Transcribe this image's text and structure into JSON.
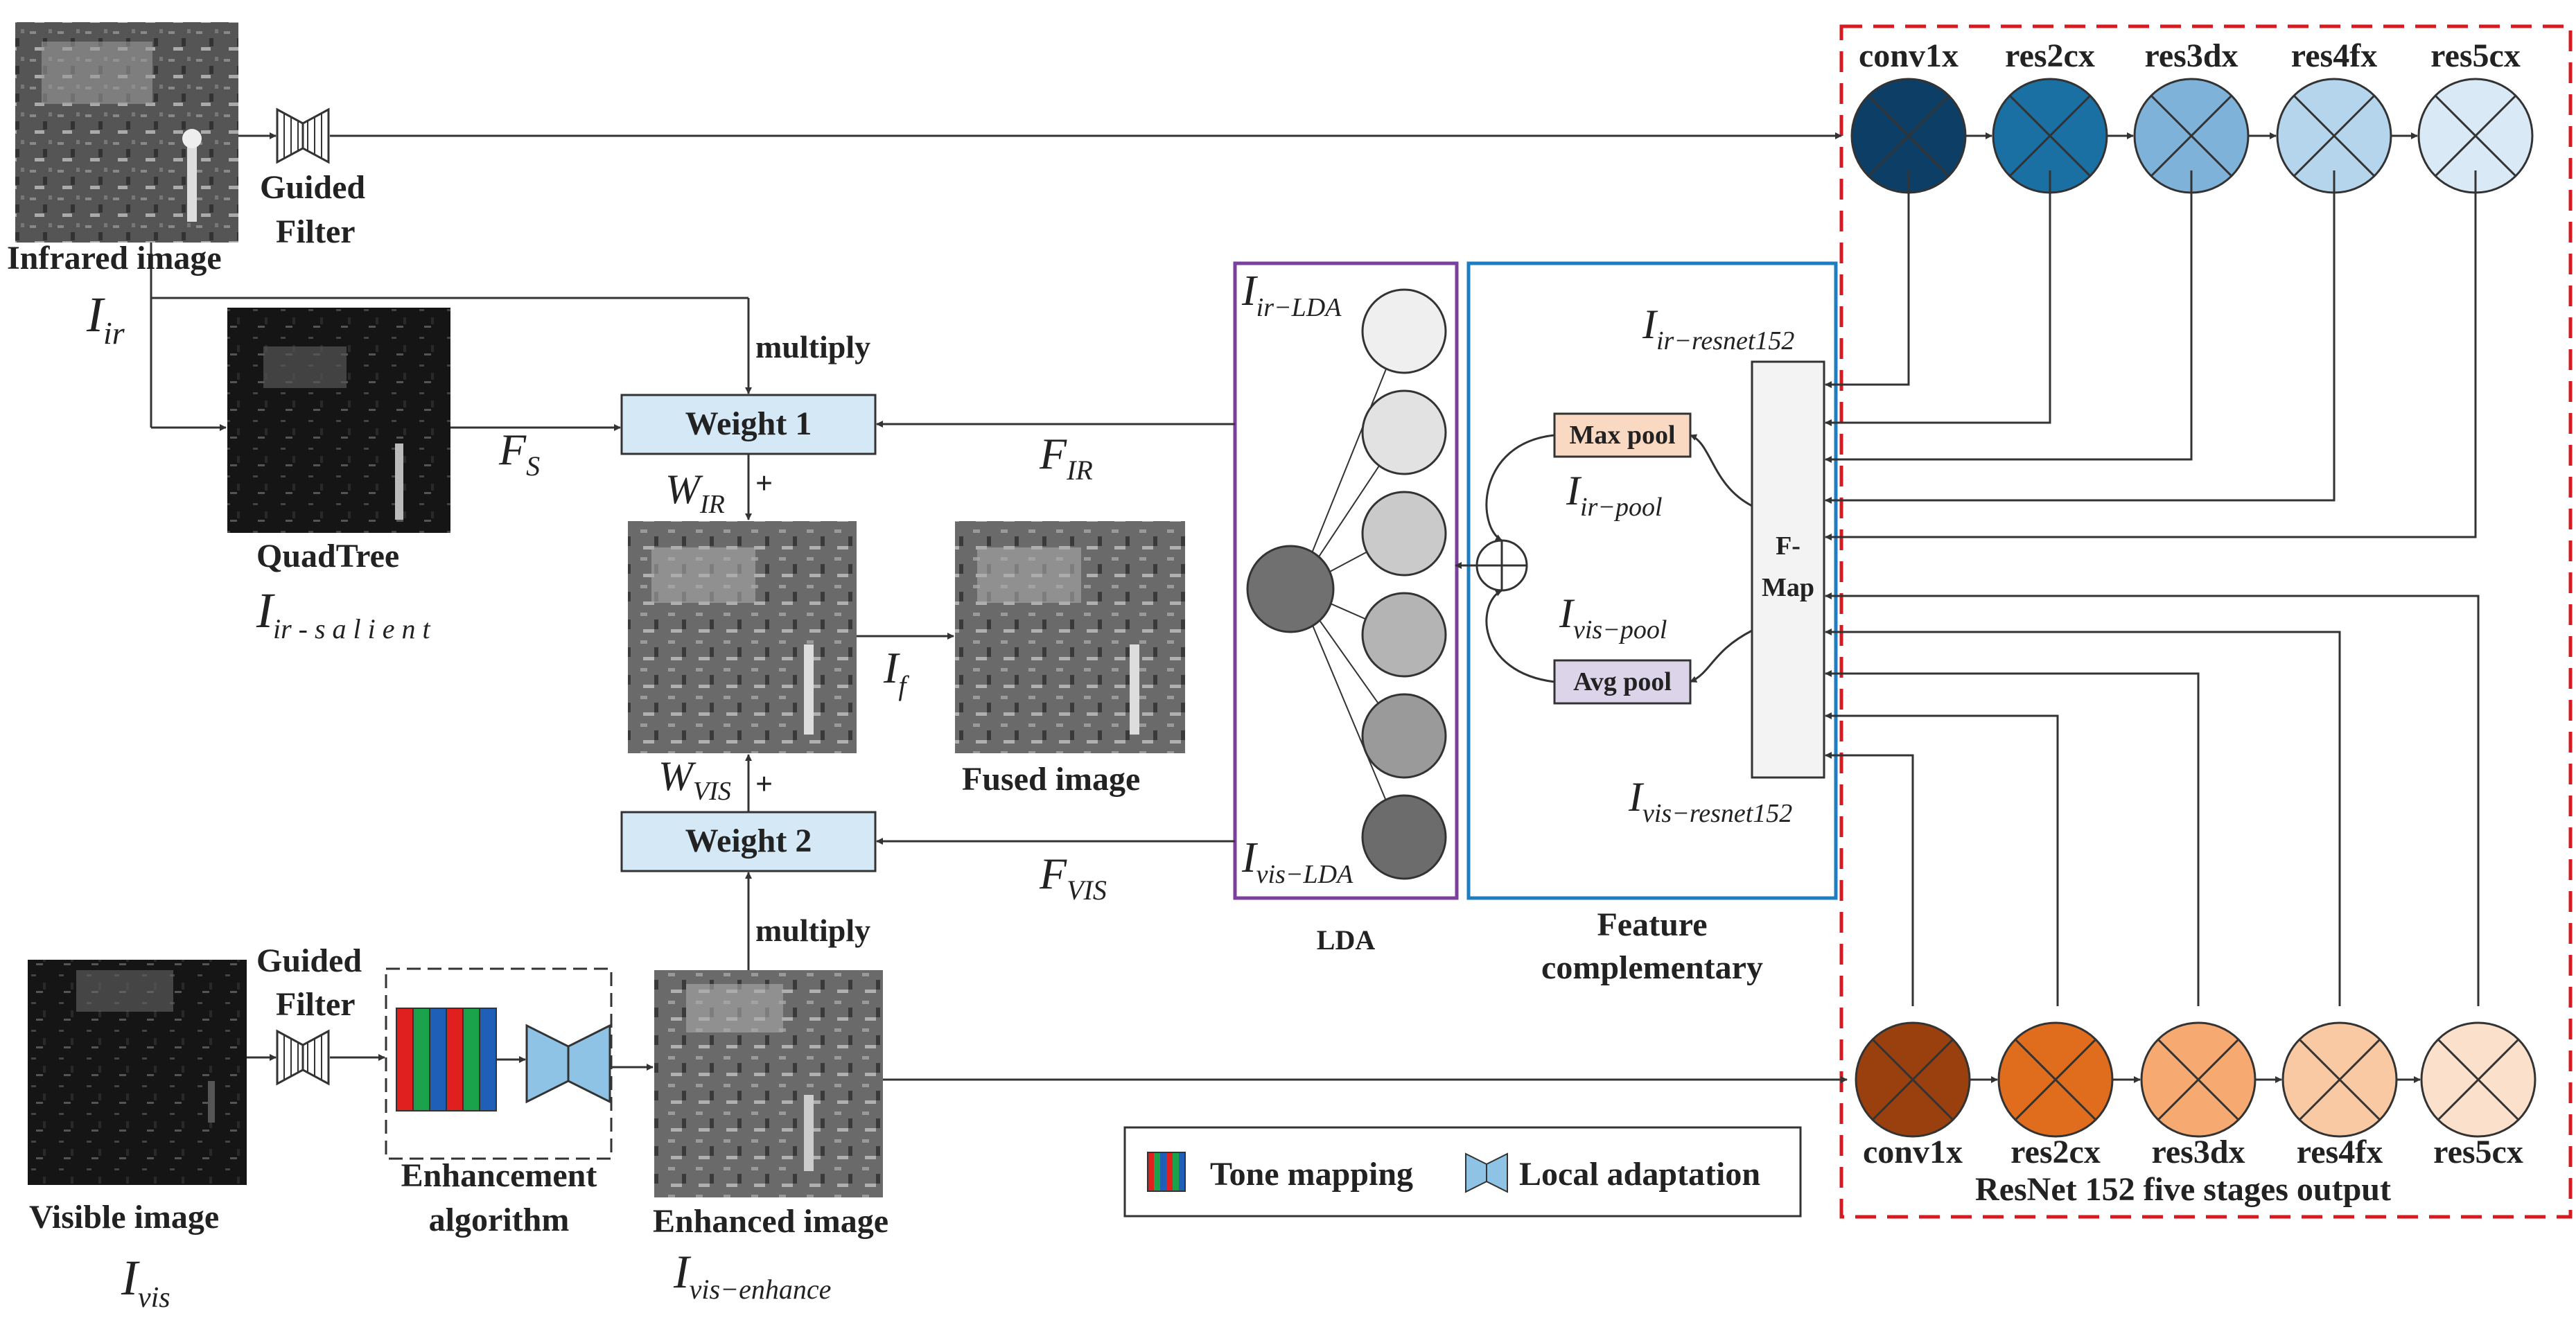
{
  "diagram": {
    "inputs": {
      "infrared_label": "Infrared  image",
      "infrared_symbol": "I",
      "infrared_sub": "ir",
      "visible_label": "Visible image",
      "visible_symbol": "I",
      "visible_sub": "vis"
    },
    "guided_filter": {
      "line1": "Guided",
      "line2": "Filter"
    },
    "quadtree": {
      "label": "QuadTree",
      "symbol": "I",
      "sub": "ir - s a l i e n t"
    },
    "fs": {
      "symbol": "F",
      "sub": "S"
    },
    "multiply_top": "multiply",
    "multiply_bottom": "multiply",
    "weight1": "Weight 1",
    "weight2": "Weight 2",
    "w_ir": {
      "symbol": "W",
      "sub": "IR",
      "plus": "+"
    },
    "w_vis": {
      "symbol": "W",
      "sub": "VIS",
      "plus": "+"
    },
    "if": {
      "symbol": "I",
      "sub": "f"
    },
    "fused_label": "Fused  image",
    "f_ir": {
      "symbol": "F",
      "sub": "IR"
    },
    "f_vis": {
      "symbol": "F",
      "sub": "VIS"
    },
    "enhancement": {
      "line1": "Enhancement",
      "line2": "algorithm"
    },
    "enhanced": {
      "label": "Enhanced image",
      "symbol": "I",
      "sub": "vis−enhance"
    },
    "legend": {
      "tone": "Tone mapping",
      "local": "Local adaptation"
    },
    "lda": {
      "label": "LDA",
      "ir_symbol": "I",
      "ir_sub": "ir−LDA",
      "vis_symbol": "I",
      "vis_sub": "vis−LDA"
    },
    "feature": {
      "line1": "Feature",
      "line2": "complementary",
      "max_pool": "Max pool",
      "avg_pool": "Avg pool",
      "ir_pool_symbol": "I",
      "ir_pool_sub": "ir−pool",
      "vis_pool_symbol": "I",
      "vis_pool_sub": "vis−pool",
      "fmap_line1": "F-",
      "fmap_line2": "Map",
      "ir_resnet_symbol": "I",
      "ir_resnet_sub": "ir−resnet152",
      "vis_resnet_symbol": "I",
      "vis_resnet_sub": "vis−resnet152"
    },
    "resnet": {
      "top_stages": [
        "conv1x",
        "res2cx",
        "res3dx",
        "res4fx",
        "res5cx"
      ],
      "bottom_stages": [
        "conv1x",
        "res2cx",
        "res3dx",
        "res4fx",
        "res5cx"
      ],
      "caption": "ResNet 152  five stages output",
      "top_colors": [
        "#0d3f66",
        "#1a6fa3",
        "#7fb2d9",
        "#b5d5ec",
        "#d9eaf6"
      ],
      "bottom_colors": [
        "#9a3f0e",
        "#e06c1e",
        "#f6aa72",
        "#f9c9a3",
        "#fbe0cc"
      ]
    }
  }
}
